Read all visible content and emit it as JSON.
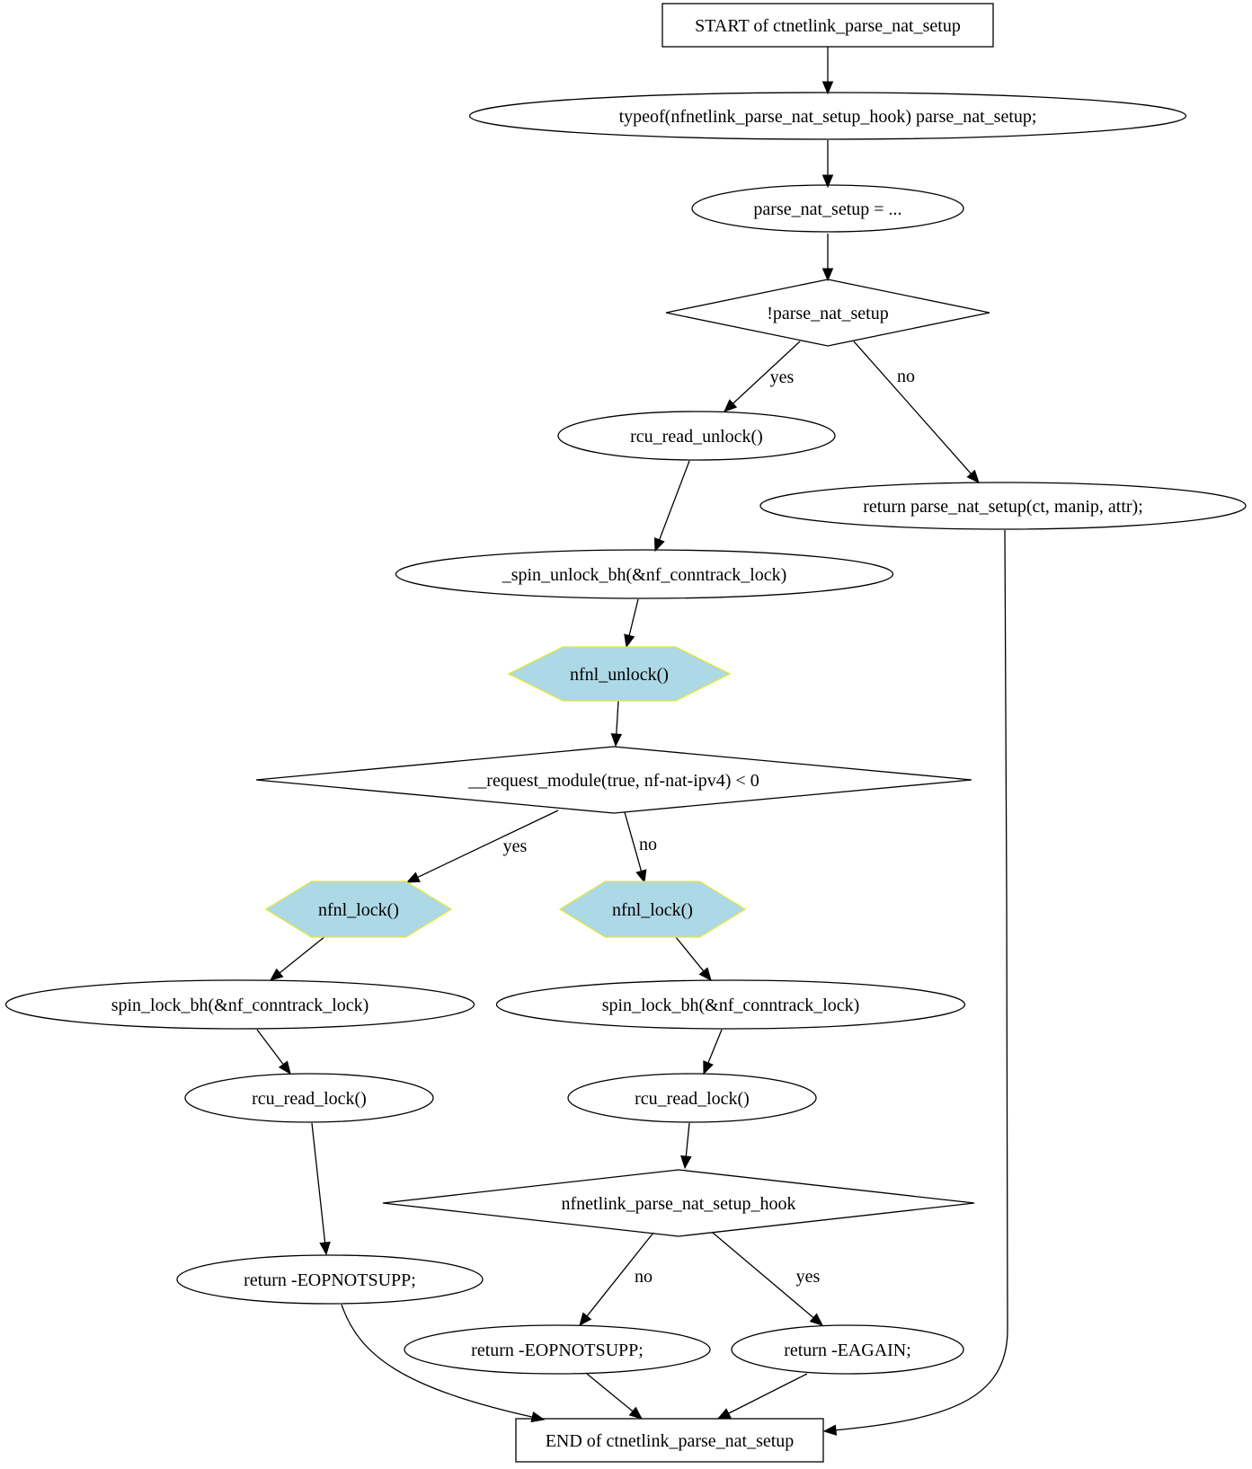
{
  "diagram": {
    "nodes": [
      {
        "id": "start",
        "shape": "box",
        "label": "START of ctnetlink_parse_nat_setup"
      },
      {
        "id": "decl",
        "shape": "ellipse",
        "label": "typeof(nfnetlink_parse_nat_setup_hook) parse_nat_setup;"
      },
      {
        "id": "assign",
        "shape": "ellipse",
        "label": "parse_nat_setup = ..."
      },
      {
        "id": "cond1",
        "shape": "diamond",
        "label": "!parse_nat_setup"
      },
      {
        "id": "rcu_unlock",
        "shape": "ellipse",
        "label": "rcu_read_unlock()"
      },
      {
        "id": "ret_parse",
        "shape": "ellipse",
        "label": "return parse_nat_setup(ct, manip, attr);"
      },
      {
        "id": "spin_unlock",
        "shape": "ellipse",
        "label": "_spin_unlock_bh(&nf_conntrack_lock)"
      },
      {
        "id": "nfnl_unlock",
        "shape": "hexagon",
        "label": "nfnl_unlock()"
      },
      {
        "id": "cond2",
        "shape": "diamond",
        "label": "__request_module(true, nf-nat-ipv4) < 0"
      },
      {
        "id": "nfnl_lock_a",
        "shape": "hexagon",
        "label": "nfnl_lock()"
      },
      {
        "id": "nfnl_lock_b",
        "shape": "hexagon",
        "label": "nfnl_lock()"
      },
      {
        "id": "spin_lock_a",
        "shape": "ellipse",
        "label": "spin_lock_bh(&nf_conntrack_lock)"
      },
      {
        "id": "spin_lock_b",
        "shape": "ellipse",
        "label": "spin_lock_bh(&nf_conntrack_lock)"
      },
      {
        "id": "rcu_lock_a",
        "shape": "ellipse",
        "label": "rcu_read_lock()"
      },
      {
        "id": "rcu_lock_b",
        "shape": "ellipse",
        "label": "rcu_read_lock()"
      },
      {
        "id": "cond3",
        "shape": "diamond",
        "label": "nfnetlink_parse_nat_setup_hook"
      },
      {
        "id": "ret_eop_a",
        "shape": "ellipse",
        "label": "return -EOPNOTSUPP;"
      },
      {
        "id": "ret_eop_b",
        "shape": "ellipse",
        "label": "return -EOPNOTSUPP;"
      },
      {
        "id": "ret_eagain",
        "shape": "ellipse",
        "label": "return -EAGAIN;"
      },
      {
        "id": "end",
        "shape": "box",
        "label": "END of ctnetlink_parse_nat_setup"
      }
    ],
    "edges": [
      {
        "from": "start",
        "to": "decl",
        "label": ""
      },
      {
        "from": "decl",
        "to": "assign",
        "label": ""
      },
      {
        "from": "assign",
        "to": "cond1",
        "label": ""
      },
      {
        "from": "cond1",
        "to": "rcu_unlock",
        "label": "yes"
      },
      {
        "from": "cond1",
        "to": "ret_parse",
        "label": "no"
      },
      {
        "from": "rcu_unlock",
        "to": "spin_unlock",
        "label": ""
      },
      {
        "from": "spin_unlock",
        "to": "nfnl_unlock",
        "label": ""
      },
      {
        "from": "nfnl_unlock",
        "to": "cond2",
        "label": ""
      },
      {
        "from": "cond2",
        "to": "nfnl_lock_a",
        "label": "yes"
      },
      {
        "from": "cond2",
        "to": "nfnl_lock_b",
        "label": "no"
      },
      {
        "from": "nfnl_lock_a",
        "to": "spin_lock_a",
        "label": ""
      },
      {
        "from": "spin_lock_a",
        "to": "rcu_lock_a",
        "label": ""
      },
      {
        "from": "rcu_lock_a",
        "to": "ret_eop_a",
        "label": ""
      },
      {
        "from": "nfnl_lock_b",
        "to": "spin_lock_b",
        "label": ""
      },
      {
        "from": "spin_lock_b",
        "to": "rcu_lock_b",
        "label": ""
      },
      {
        "from": "rcu_lock_b",
        "to": "cond3",
        "label": ""
      },
      {
        "from": "cond3",
        "to": "ret_eop_b",
        "label": "no"
      },
      {
        "from": "cond3",
        "to": "ret_eagain",
        "label": "yes"
      },
      {
        "from": "ret_eop_a",
        "to": "end",
        "label": ""
      },
      {
        "from": "ret_eop_b",
        "to": "end",
        "label": ""
      },
      {
        "from": "ret_eagain",
        "to": "end",
        "label": ""
      },
      {
        "from": "ret_parse",
        "to": "end",
        "label": ""
      }
    ]
  },
  "colors": {
    "hexagon_fill": "#add8e6",
    "hexagon_stroke": "#e0e83a",
    "line": "#000000"
  }
}
